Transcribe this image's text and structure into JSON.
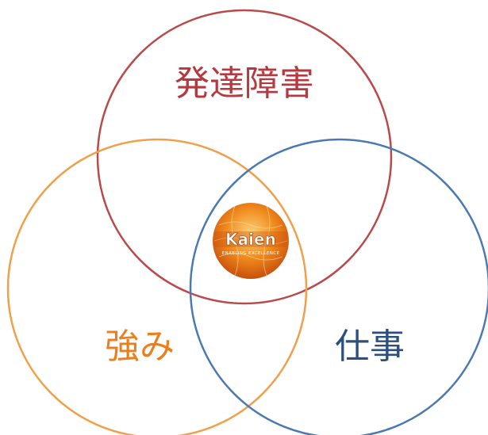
{
  "diagram": {
    "type": "venn",
    "sets": [
      {
        "label": "発達障害",
        "color": "#b5393f"
      },
      {
        "label": "強み",
        "color": "#ec7f1d"
      },
      {
        "label": "仕事",
        "color": "#2c4f7c"
      }
    ],
    "circle_colors": {
      "top": "#b94a4a",
      "left": "#f0a04b",
      "right": "#4a7ab0"
    },
    "center_logo": {
      "name": "Kaien",
      "wordmark": "Kaien",
      "tagline": "ENABLING EXCELLENCE",
      "colors": {
        "base": "#f08a1c",
        "light": "#fcd27a",
        "dark": "#c8500e",
        "ink": "#ffffff"
      }
    }
  }
}
